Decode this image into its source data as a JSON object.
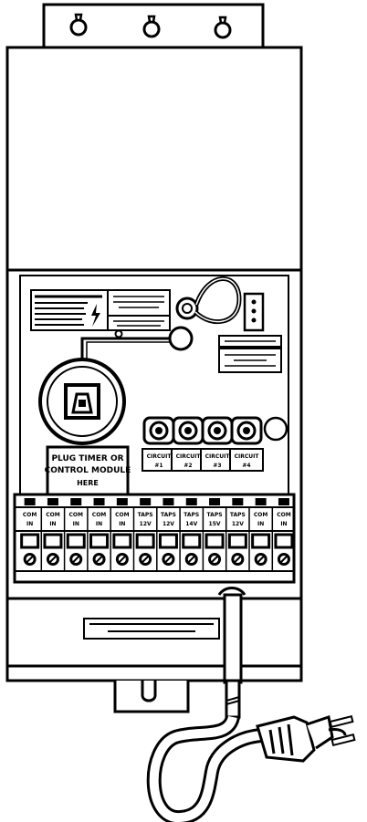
{
  "colors": {
    "ink": "#000000",
    "paper": "#ffffff",
    "shade": "#e6e6e6"
  },
  "labels": {
    "warning_label": "",
    "notice_label_1": "",
    "notice_label_2": "",
    "photocell_port": "",
    "photocell_sub": "",
    "plug_module_1": "PLUG TIMER OR",
    "plug_module_2": "CONTROL MODULE",
    "plug_module_3": "HERE",
    "circuit_labels": [
      "CIRCUIT",
      "CIRCUIT",
      "CIRCUIT",
      "CIRCUIT"
    ],
    "circuit_sub": [
      "#1",
      "#2",
      "#3",
      "#4"
    ],
    "terminal_labels": [
      [
        "COM",
        "IN"
      ],
      [
        "COM",
        "IN"
      ],
      [
        "COM",
        "IN"
      ],
      [
        "COM",
        "IN"
      ],
      [
        "COM",
        "IN"
      ],
      [
        "TAPS",
        "12V"
      ],
      [
        "TAPS",
        "12V"
      ],
      [
        "TAPS",
        "14V"
      ],
      [
        "TAPS",
        "15V"
      ],
      [
        "TAPS",
        "12V"
      ],
      [
        "COM",
        "IN"
      ],
      [
        "COM",
        "IN"
      ]
    ],
    "install_label_1": "",
    "install_label_2": ""
  },
  "icons": [
    "keyhole-icon",
    "lightning-icon",
    "screw-icon",
    "plug-icon"
  ]
}
